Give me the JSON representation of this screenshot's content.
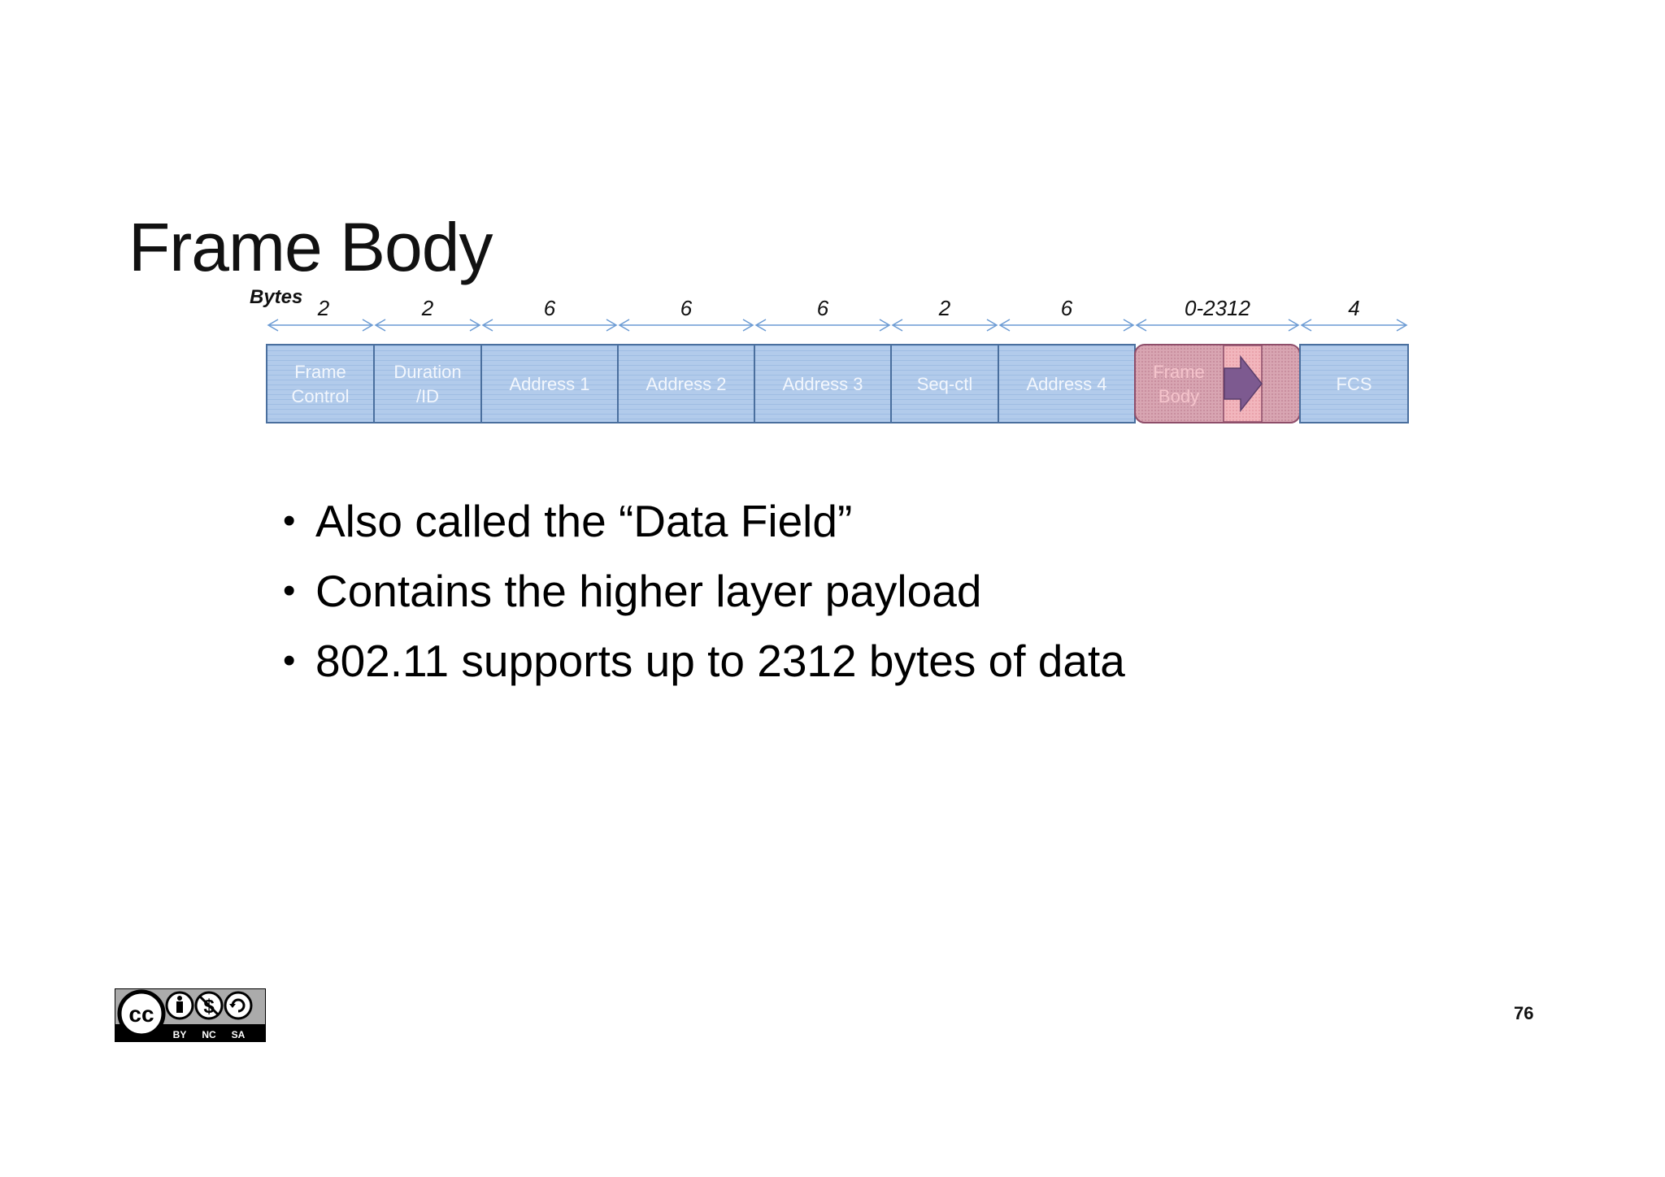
{
  "title": "Frame Body",
  "diagram": {
    "bytes_label": "Bytes",
    "fields": [
      {
        "lines": [
          "Frame",
          "Control"
        ],
        "size": "2",
        "highlight": false
      },
      {
        "lines": [
          "Duration",
          "/ID"
        ],
        "size": "2",
        "highlight": false
      },
      {
        "lines": [
          "Address 1"
        ],
        "size": "6",
        "highlight": false
      },
      {
        "lines": [
          "Address 2"
        ],
        "size": "6",
        "highlight": false
      },
      {
        "lines": [
          "Address 3"
        ],
        "size": "6",
        "highlight": false
      },
      {
        "lines": [
          "Seq-ctl"
        ],
        "size": "2",
        "highlight": false
      },
      {
        "lines": [
          "Address 4"
        ],
        "size": "6",
        "highlight": false
      },
      {
        "lines": [
          "Frame",
          "Body"
        ],
        "size": "0-2312",
        "highlight": true
      },
      {
        "lines": [
          "FCS"
        ],
        "size": "4",
        "highlight": false
      }
    ],
    "colors": {
      "field_fill": "#b2cbeb",
      "field_stripe": "#9fbde3",
      "field_border": "#4a6f9e",
      "field_text": "#f3f7fd",
      "highlight_fill": "#d8a5b2",
      "highlight_border": "#8e4e6a",
      "highlight_text": "#f5c4cc",
      "highlight_inner": "#f2b6bd",
      "arrow_fill": "#7d5a90",
      "dim_arrow": "#6a9ad3",
      "size_text": "#111111"
    }
  },
  "bullets": [
    "Also called the “Data Field”",
    "Contains the higher layer payload",
    "802.11 supports up to 2312 bytes of data"
  ],
  "bullet_marker": "•",
  "license": {
    "badges": [
      "BY",
      "NC",
      "SA"
    ],
    "cc_text": "cc"
  },
  "page_number": "76"
}
